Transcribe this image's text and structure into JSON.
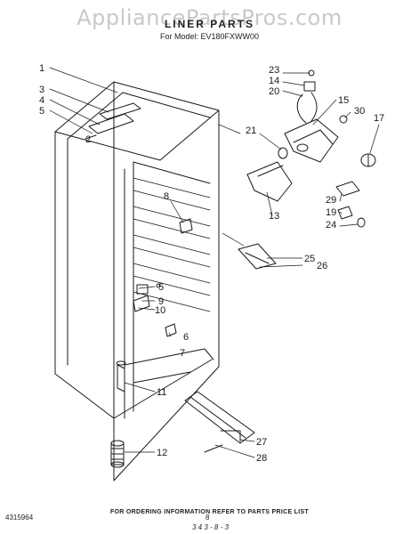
{
  "watermark": "AppliancePartsPros.com",
  "title": "LINER PARTS",
  "model_line": "For Model: EV180FXWW00",
  "callouts": [
    "1",
    "2",
    "3",
    "4",
    "5",
    "6",
    "7",
    "8",
    "9",
    "10",
    "11",
    "12",
    "13",
    "14",
    "15",
    "17",
    "19",
    "20",
    "21",
    "23",
    "24",
    "25",
    "26",
    "27",
    "28",
    "29",
    "30"
  ],
  "footer_note": "FOR ORDERING INFORMATION REFER TO PARTS PRICE LIST",
  "doc_number": "4315964",
  "page_number": "8",
  "handwritten_code": "3 4 3 - 8 - 3"
}
